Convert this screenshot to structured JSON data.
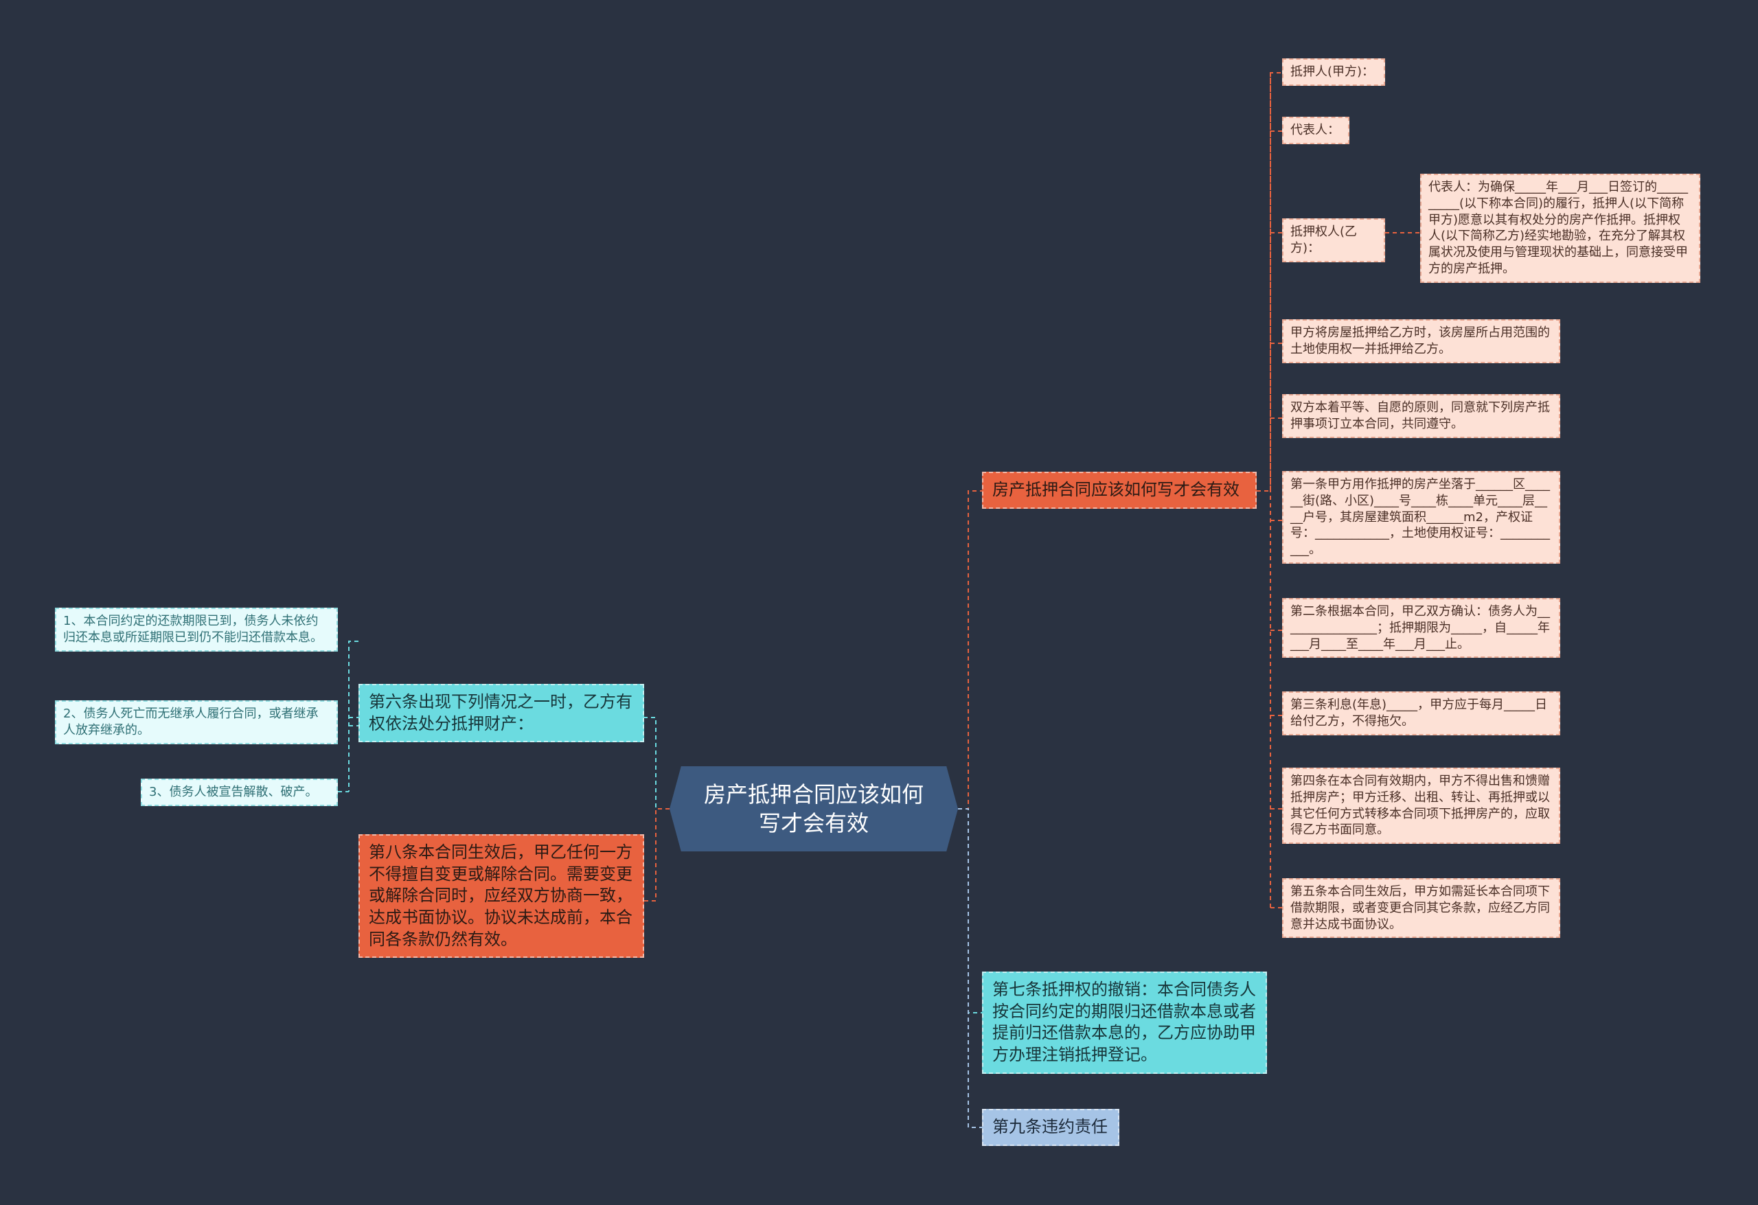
{
  "root": {
    "label": "房产抵押合同应该如何写才会有效"
  },
  "right_top": {
    "label": "房产抵押合同应该如何写才会有效",
    "children": [
      {
        "label": "抵押人(甲方)："
      },
      {
        "label": "代表人："
      },
      {
        "label": "抵押权人(乙方)："
      },
      {
        "label": "甲方将房屋抵押给乙方时，该房屋所占用范围的土地使用权一并抵押给乙方。"
      },
      {
        "label": "双方本着平等、自愿的原则，同意就下列房产抵押事项订立本合同，共同遵守。"
      },
      {
        "label": "第一条甲方用作抵押的房产坐落于______区______街(路、小区)____号____栋____单元____层____户号，其房屋建筑面积______m2，产权证号：____________，土地使用权证号：___________。"
      },
      {
        "label": "第二条根据本合同，甲乙双方确认：债务人为________________；抵押期限为_____，自_____年___月____至____年___月___止。"
      },
      {
        "label": "第三条利息(年息)_____，甲方应于每月_____日给付乙方，不得拖欠。"
      },
      {
        "label": "第四条在本合同有效期内，甲方不得出售和馈赠抵押房产；甲方迁移、出租、转让、再抵押或以其它任何方式转移本合同项下抵押房产的，应取得乙方书面同意。"
      },
      {
        "label": "第五条本合同生效后，甲方如需延长本合同项下借款期限，或者变更合同其它条款，应经乙方同意并达成书面协议。"
      }
    ],
    "grandchild": {
      "label": "代表人：为确保_____年___月___日签订的__________(以下称本合同)的履行，抵押人(以下简称甲方)愿意以其有权处分的房产作抵押。抵押权人(以下简称乙方)经实地勘验，在充分了解其权属状况及使用与管理现状的基础上，同意接受甲方的房产抵押。"
    }
  },
  "right_mid": {
    "label": "第七条抵押权的撤销：本合同债务人按合同约定的期限归还借款本息或者提前归还借款本息的，乙方应协助甲方办理注销抵押登记。"
  },
  "right_bottom": {
    "label": "第九条违约责任"
  },
  "left_top": {
    "label": "第六条出现下列情况之一时，乙方有权依法处分抵押财产：",
    "children": [
      {
        "label": "1、本合同约定的还款期限已到，债务人未依约归还本息或所延期限已到仍不能归还借款本息。"
      },
      {
        "label": "2、债务人死亡而无继承人履行合同，或者继承人放弃继承的。"
      },
      {
        "label": "3、债务人被宣告解散、破产。"
      }
    ]
  },
  "left_bottom": {
    "label": "第八条本合同生效后，甲乙任何一方不得擅自变更或解除合同。需要变更或解除合同时，应经双方协商一致，达成书面协议。协议未达成前，本合同各条款仍然有效。"
  },
  "colors": {
    "background": "#2a3241",
    "root": "#3d5a80",
    "orange": "#e8623f",
    "cyan": "#6bdbe0",
    "blue": "#a6c4e6",
    "pink": "#fde1d6",
    "light_cyan": "#e6fbfc"
  }
}
